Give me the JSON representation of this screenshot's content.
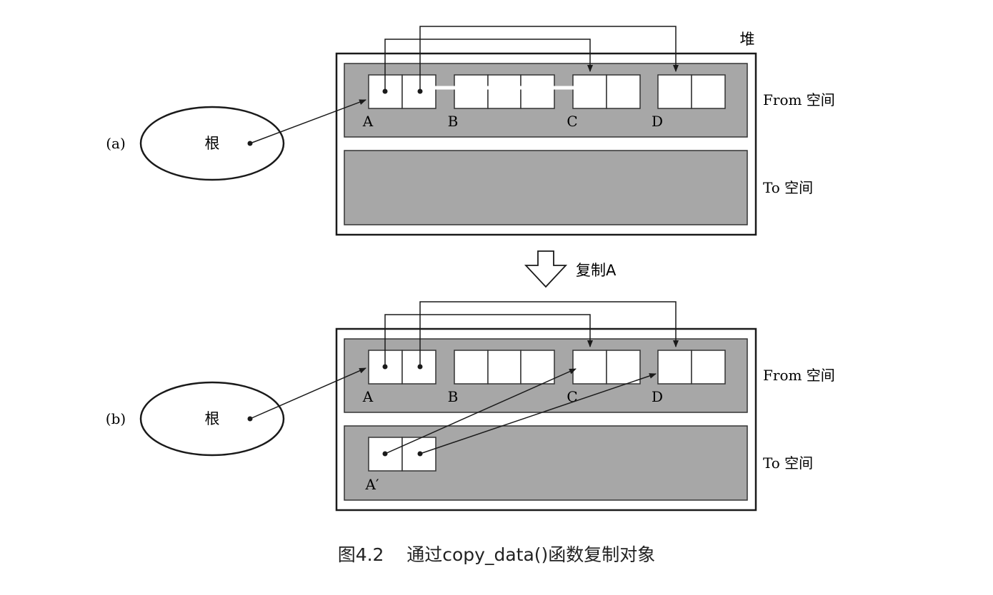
{
  "heap_label": "堆",
  "from_space_label": "From 空间",
  "to_space_label": "To 空间",
  "root_label": "根",
  "copy_step_label": "复制A",
  "panels": [
    {
      "tag": "(a)",
      "object_labels": [
        "A",
        "B",
        "C",
        "D"
      ],
      "copied_label": ""
    },
    {
      "tag": "(b)",
      "object_labels": [
        "A",
        "B",
        "C",
        "D"
      ],
      "copied_label": "A′"
    }
  ],
  "caption": {
    "number": "图4.2",
    "text": "通过copy_data()函数复制对象"
  },
  "colors": {
    "space_fill": "#a7a7a7",
    "cell_fill": "#ffffff",
    "line": "#1a1a1a"
  }
}
